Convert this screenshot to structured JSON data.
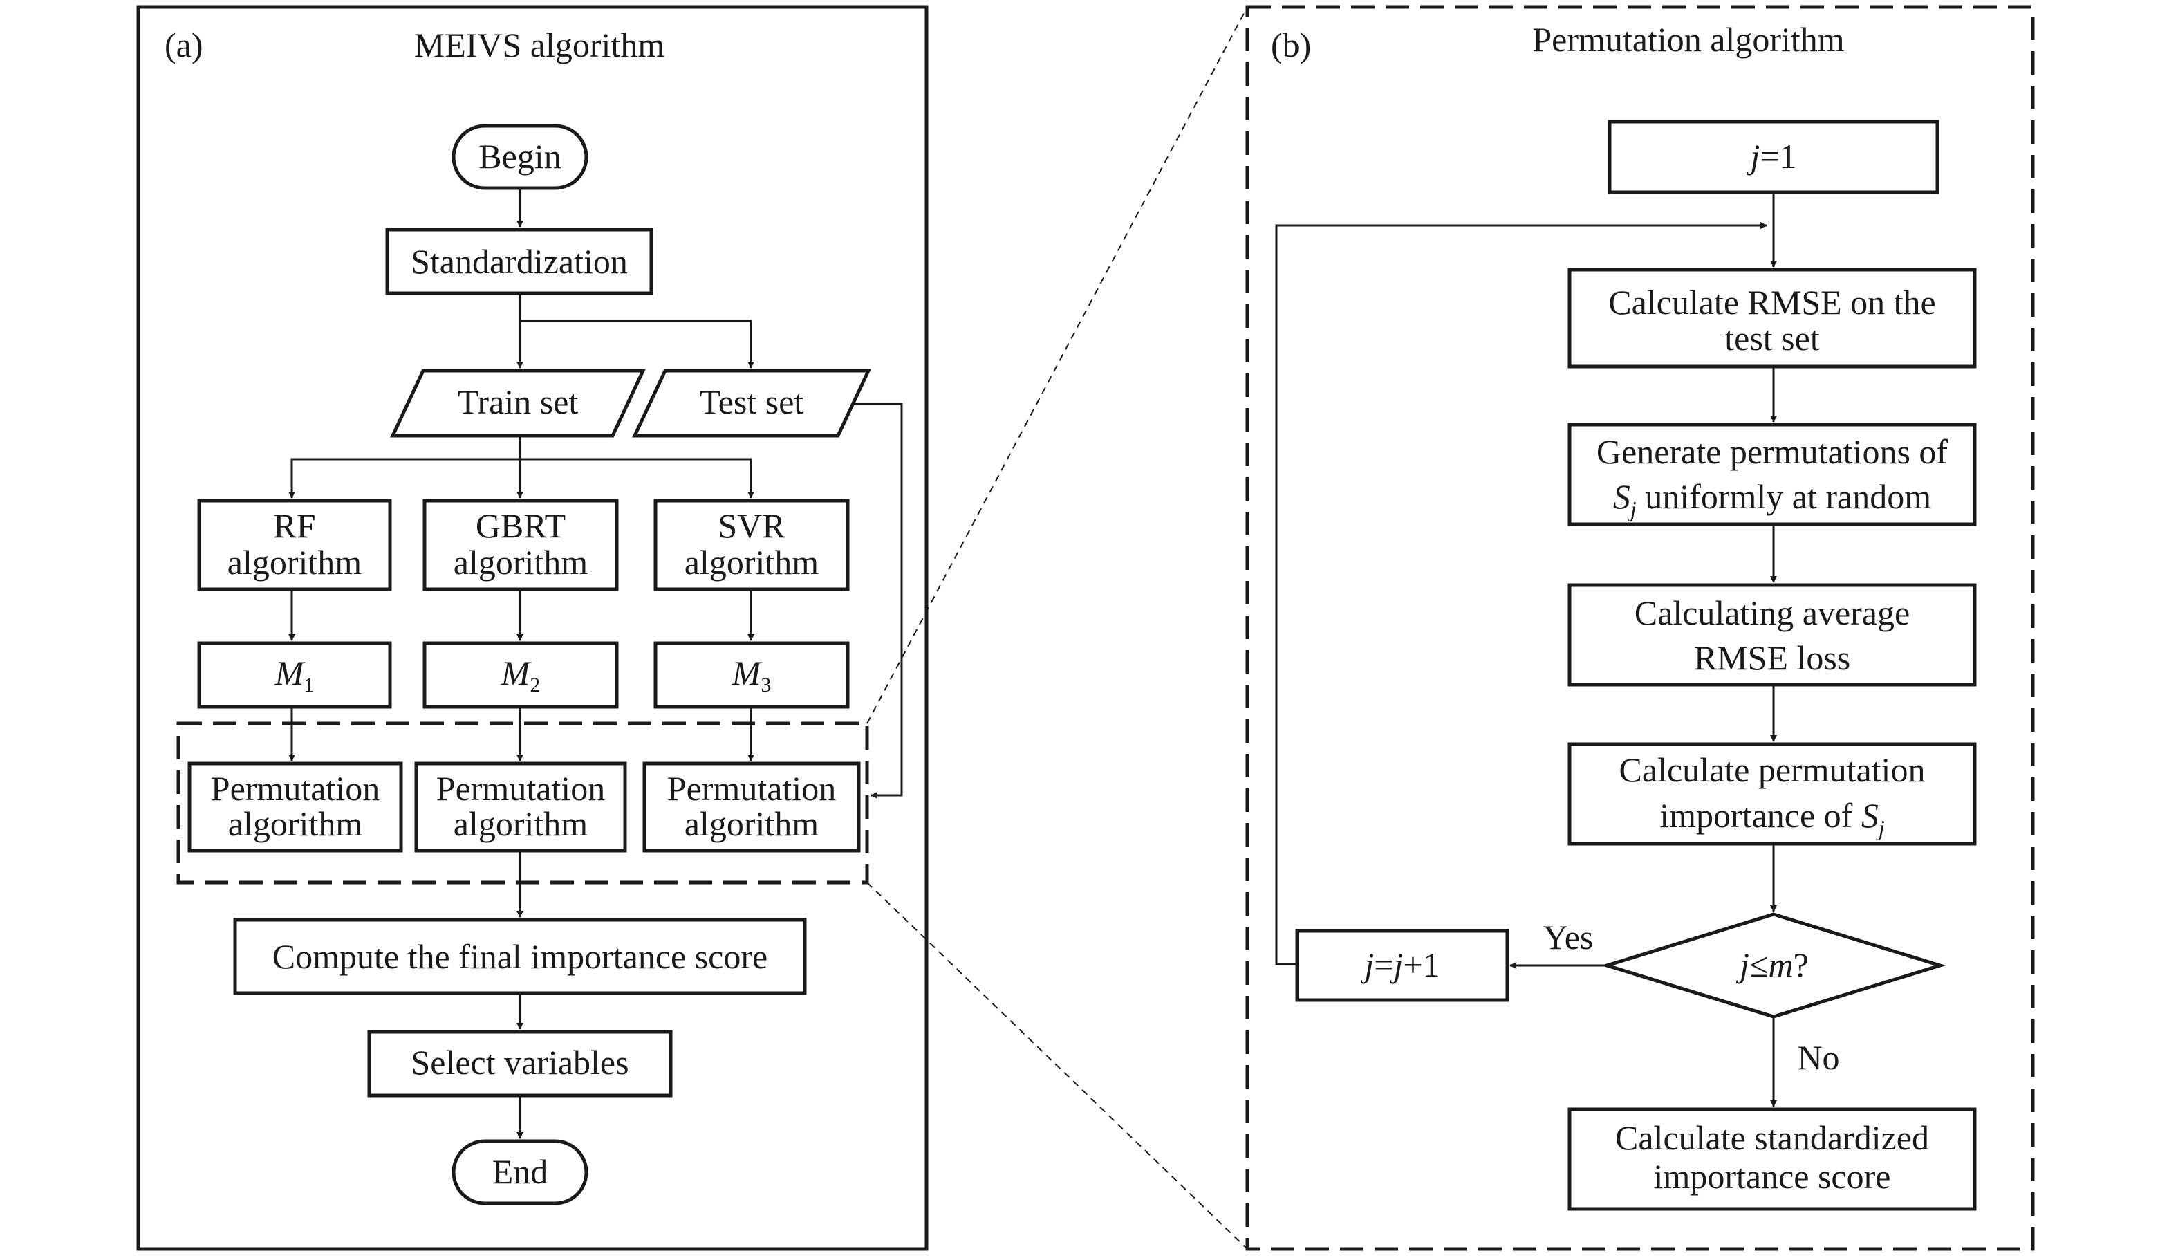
{
  "panel_a": {
    "tag": "(a)",
    "title": "MEIVS algorithm",
    "begin": "Begin",
    "standardization": "Standardization",
    "train_set": "Train set",
    "test_set": "Test set",
    "rf": [
      "RF",
      "algorithm"
    ],
    "gbrt": [
      "GBRT",
      "algorithm"
    ],
    "svr": [
      "SVR",
      "algorithm"
    ],
    "model_symbol": "M",
    "m1_sub": "1",
    "m2_sub": "2",
    "m3_sub": "3",
    "perm": [
      "Permutation",
      "algorithm"
    ],
    "final_score": "Compute the final importance score",
    "select": "Select variables",
    "end": "End"
  },
  "panel_b": {
    "tag": "(b)",
    "title": "Permutation algorithm",
    "j": "j",
    "init_eq": "=1",
    "rmse": [
      "Calculate RMSE on the",
      "test set"
    ],
    "gen_line1": "Generate permutations of",
    "s": "S",
    "gen_line2_rest": " uniformly at random",
    "avg": [
      "Calculating average",
      "RMSE loss"
    ],
    "imp_line1": "Calculate permutation",
    "imp_line2_pre": "importance of ",
    "cond_le": "≤",
    "cond_m": "m",
    "cond_q": "?",
    "inc_eq": "=",
    "inc_plus": "+1",
    "yes": "Yes",
    "no": "No",
    "std": [
      "Calculate standardized",
      "importance score"
    ]
  }
}
